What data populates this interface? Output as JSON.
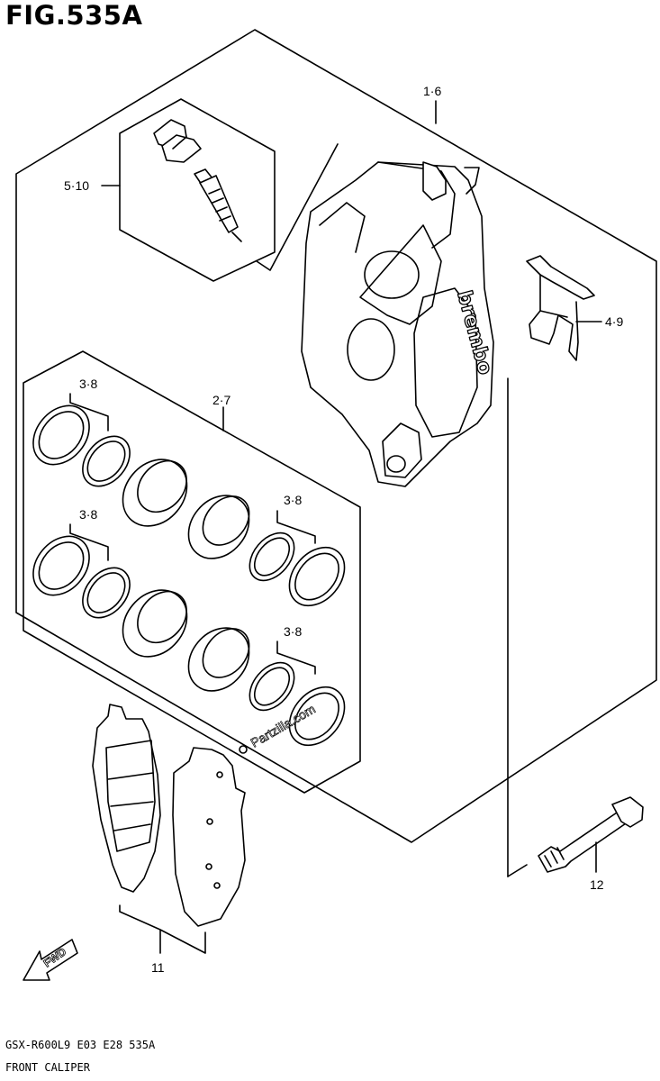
{
  "figure": {
    "title": "FIG.535A",
    "model_code": "GSX-R600L9  E03  E28  535A",
    "caption": "FRONT CALIPER",
    "watermark": "Partzilla.com",
    "brand_on_caliper": "brembo",
    "direction_label": "FWD"
  },
  "parts": [
    {
      "ref": "1·6"
    },
    {
      "ref": "5·10"
    },
    {
      "ref": "4·9"
    },
    {
      "ref": "2·7"
    },
    {
      "ref": "3·8"
    },
    {
      "ref": "3·8"
    },
    {
      "ref": "3·8"
    },
    {
      "ref": "3·8"
    },
    {
      "ref": "12"
    },
    {
      "ref": "11"
    }
  ]
}
